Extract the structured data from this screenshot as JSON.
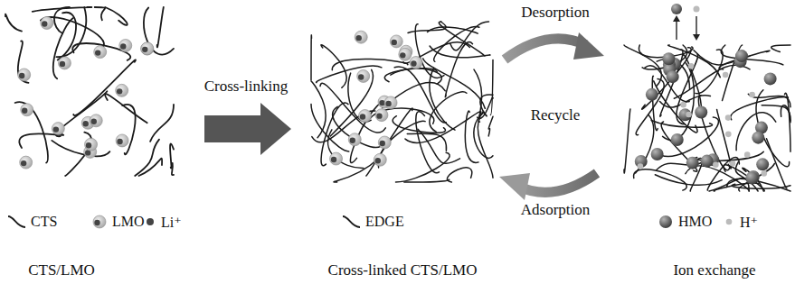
{
  "diagram": {
    "labels": [
      "Cross-linking",
      "Desorption",
      "Recycle",
      "Adsorption",
      "CTS/LMO",
      "Cross-linked CTS/LMO",
      "Ion exchange"
    ],
    "legend": [
      {
        "text": "CTS"
      },
      {
        "text": "LMO"
      },
      {
        "text": "Li⁺"
      },
      {
        "text": "EDGE"
      },
      {
        "text": "HMO"
      },
      {
        "text": "H⁺"
      }
    ]
  }
}
